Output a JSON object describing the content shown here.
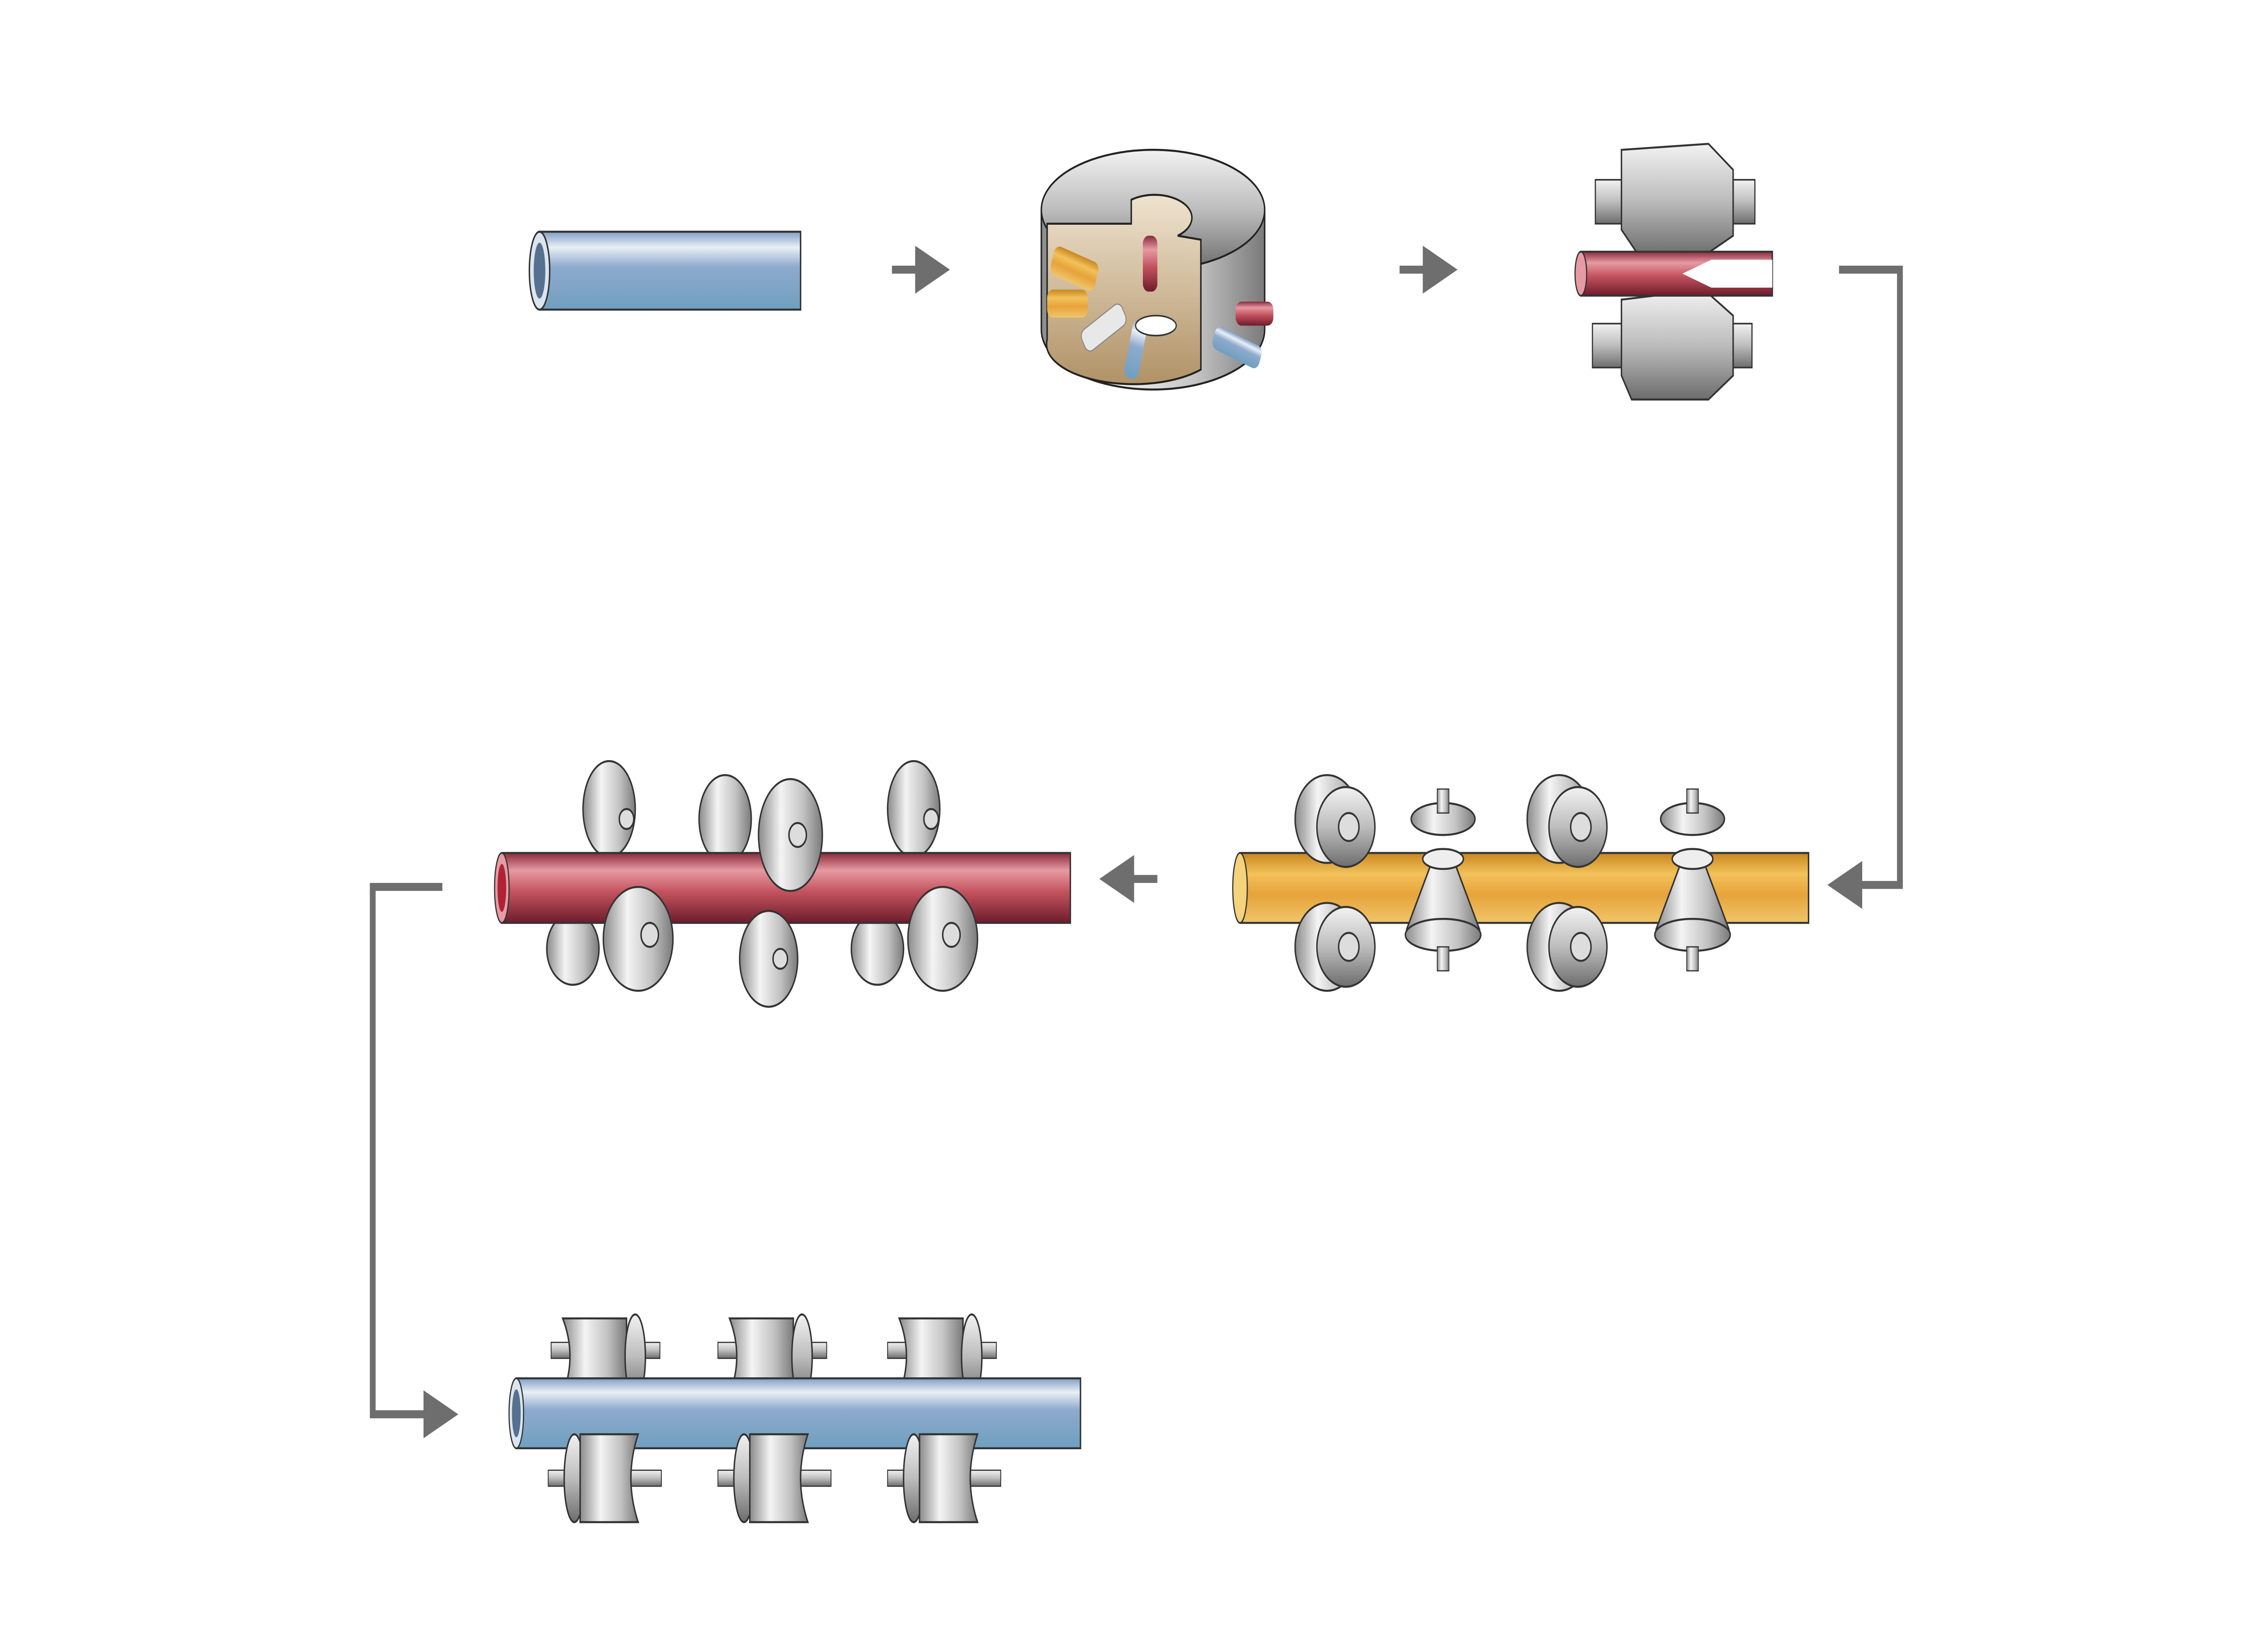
{
  "colors": {
    "background": "#ffffff",
    "connector": "#6e6e6e",
    "billet_blue": "#8fb0cc",
    "heated_red": "#c4545f",
    "hollow_yellow": "#e6a83a",
    "roll_steel": "#c8c8c8",
    "furnace_interior": "#d9c4a0"
  },
  "stages": [
    {
      "id": "billet",
      "pipe_color": "#8fb0cc"
    },
    {
      "id": "rotary-furnace",
      "pipe_color": "#d9c4a0"
    },
    {
      "id": "piercing-mill",
      "pipe_color": "#c4545f"
    },
    {
      "id": "elongation-mill",
      "pipe_color": "#e6a83a"
    },
    {
      "id": "reducing-mill",
      "pipe_color": "#c4545f"
    },
    {
      "id": "sizing-mill",
      "pipe_color": "#8fb0cc"
    }
  ]
}
